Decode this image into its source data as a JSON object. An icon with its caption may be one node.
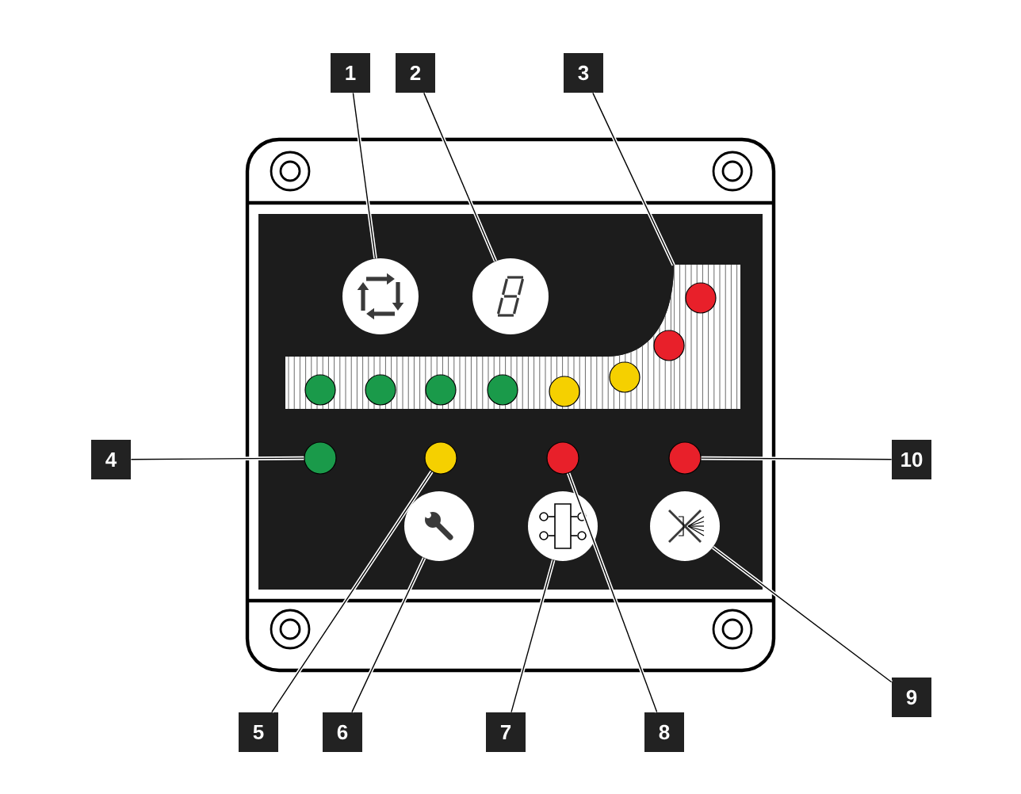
{
  "diagram": {
    "nodes": [
      {
        "text": [
          "1"
        ]
      },
      {
        "text": [
          "2"
        ]
      },
      {
        "text": [
          "3"
        ]
      },
      {
        "text": [
          "4"
        ]
      },
      {
        "text": [
          "5"
        ]
      },
      {
        "text": [
          "6"
        ]
      },
      {
        "text": [
          "7"
        ]
      },
      {
        "text": [
          "8"
        ]
      },
      {
        "text": [
          "9"
        ]
      },
      {
        "text": [
          "10"
        ]
      },
      {
        "text": [],
        "shape": "circle"
      },
      {
        "text": [],
        "shape": "circle"
      },
      {
        "text": [],
        "shape": "box"
      },
      {
        "text": [],
        "shape": "circle"
      },
      {
        "text": [],
        "shape": "circle"
      },
      {
        "text": [],
        "shape": "circle"
      },
      {
        "text": [],
        "shape": "circle"
      },
      {
        "text": [],
        "shape": "circle"
      },
      {
        "text": [],
        "shape": "circle"
      },
      {
        "text": [],
        "shape": "circle"
      }
    ],
    "edges": [
      {
        "from": 0,
        "to": 10,
        "arrow": "none"
      },
      {
        "from": 1,
        "to": 11,
        "arrow": "none"
      },
      {
        "from": 2,
        "to": 12,
        "arrow": "none"
      },
      {
        "from": 3,
        "to": 13,
        "arrow": "none"
      },
      {
        "from": 4,
        "to": 14,
        "arrow": "none"
      },
      {
        "from": 5,
        "to": 15,
        "arrow": "none"
      },
      {
        "from": 6,
        "to": 16,
        "arrow": "none"
      },
      {
        "from": 7,
        "to": 17,
        "arrow": "none"
      },
      {
        "from": 8,
        "to": 18,
        "arrow": "none"
      },
      {
        "from": 9,
        "to": 19,
        "arrow": "none"
      }
    ]
  }
}
